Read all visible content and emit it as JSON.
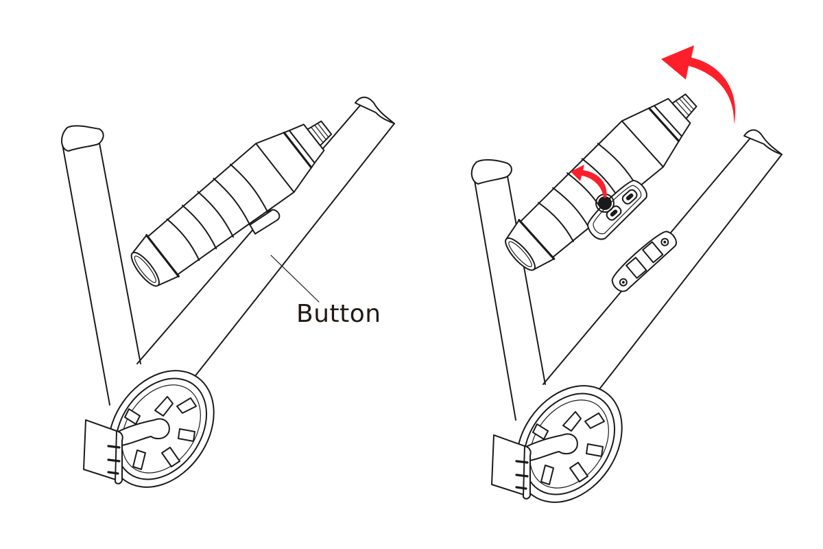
{
  "figure": {
    "panels": [
      {
        "id": "left",
        "description": "Bottle mounted on bike frame down tube",
        "callout": {
          "label": "Button"
        }
      },
      {
        "id": "right",
        "description": "Bottle rotated and lifted off the frame mount",
        "arrows": [
          {
            "name": "large-rotation-arrow",
            "color": "#ff1f2a"
          },
          {
            "name": "small-rotation-arrow",
            "color": "#ff1f2a"
          }
        ]
      }
    ],
    "colors": {
      "line": "#1a1a1a",
      "accent_red": "#ff1f2a",
      "background": "#ffffff",
      "label": "#231815"
    }
  }
}
